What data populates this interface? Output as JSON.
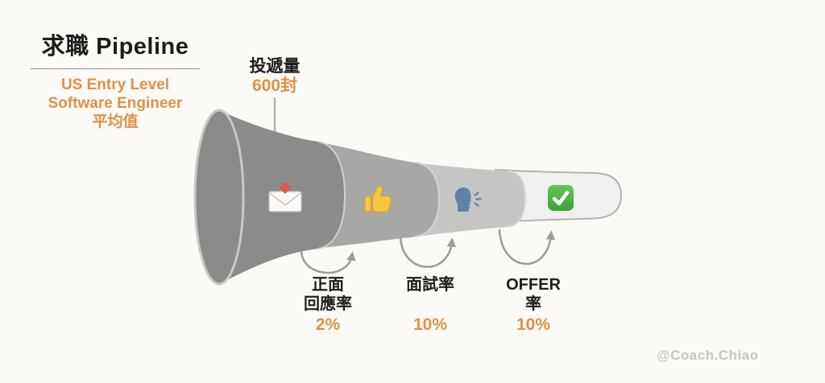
{
  "page": {
    "background": "#fbfaf6"
  },
  "header": {
    "title": "求職 Pipeline",
    "subtitle_line1": "US Entry Level",
    "subtitle_line2": "Software Engineer",
    "subtitle_line3": "平均值",
    "subtitle_color": "#e09245"
  },
  "input_metric": {
    "label": "投遞量",
    "value": "600封"
  },
  "funnel": {
    "bell_color": "#8a8a88",
    "outline_color": "#b2b2b0",
    "arrow_color": "#9c9c9a",
    "stages": [
      {
        "id": "applications",
        "icon": "incoming-envelope-emoji",
        "color": "#8b8b89"
      },
      {
        "id": "positive-response",
        "icon": "thumbs-up-emoji",
        "color": "#a7a7a5"
      },
      {
        "id": "interview",
        "icon": "speaking-head-emoji",
        "color": "#c5c6c4"
      },
      {
        "id": "offer",
        "icon": "check-mark-emoji",
        "color": "#f0f0ee"
      }
    ]
  },
  "transitions": [
    {
      "name_line1": "正面",
      "name_line2": "回應率",
      "value": "2%"
    },
    {
      "name_line1": "面試率",
      "name_line2": "",
      "value": "10%"
    },
    {
      "name_line1": "OFFER",
      "name_line2": "率",
      "value": "10%"
    }
  ],
  "watermark": "@Coach.Chiao"
}
